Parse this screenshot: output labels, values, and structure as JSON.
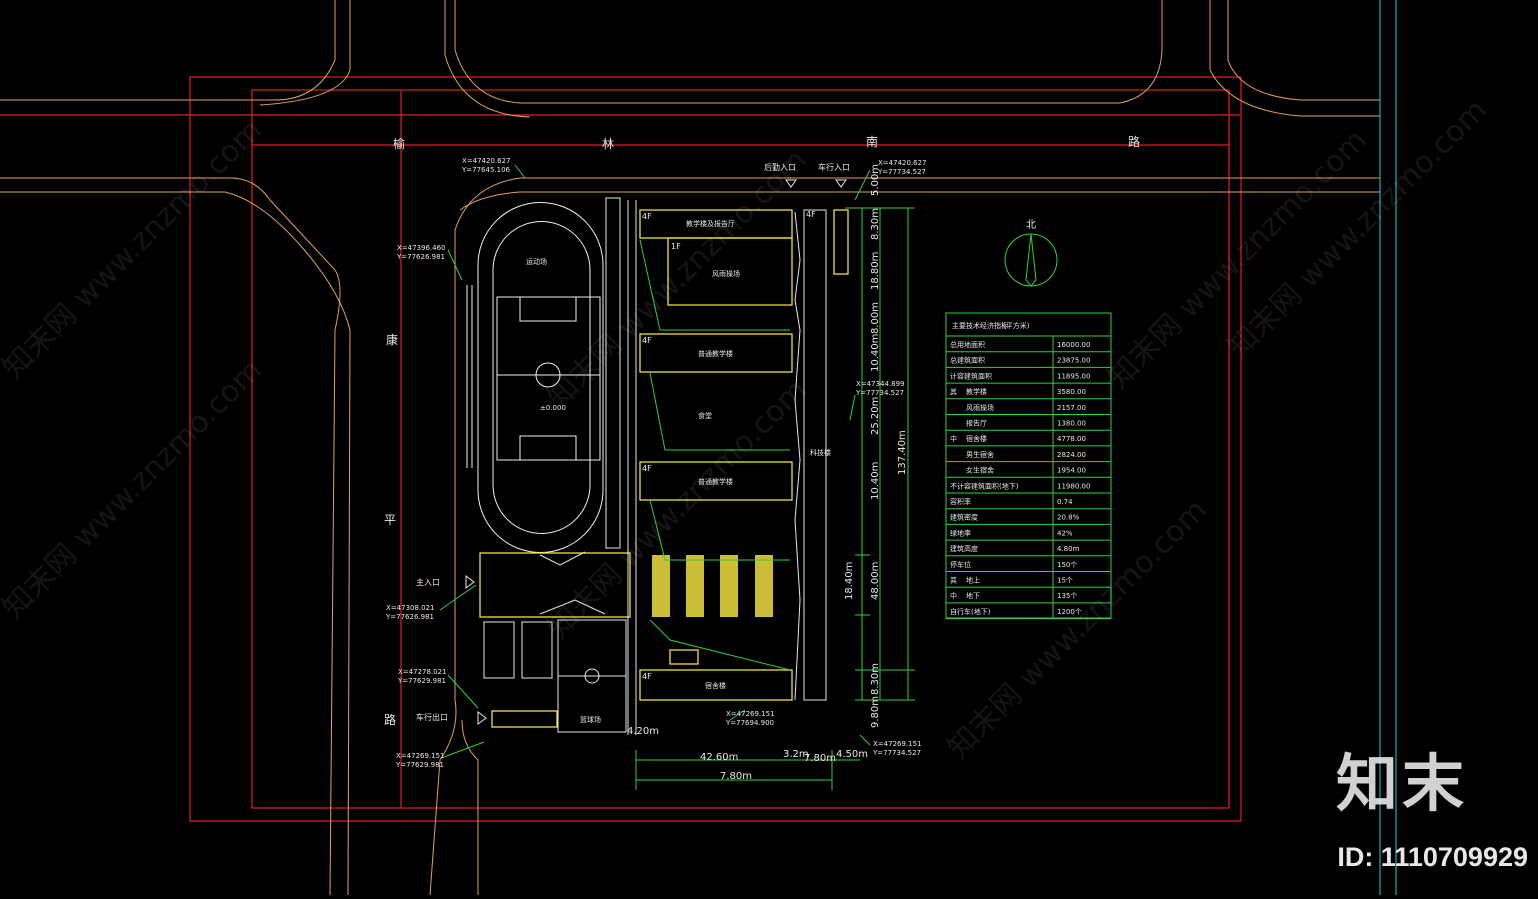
{
  "roads": {
    "north_chars": [
      "榆",
      "林",
      "南",
      "路"
    ],
    "west_chars": [
      "康",
      "平",
      "路"
    ]
  },
  "entrances": {
    "back_entrance": "后勤入口",
    "vehicle_entrance_n": "车行入口",
    "main_entrance": "主入口",
    "vehicle_entrance_w": "车行出口"
  },
  "coords": [
    {
      "x": "X=47420.627",
      "y": "Y=77645.106"
    },
    {
      "x": "X=47420.627",
      "y": "Y=77734.527"
    },
    {
      "x": "X=47396.460",
      "y": "Y=77626.981"
    },
    {
      "x": "X=47344.899",
      "y": "Y=77734.527"
    },
    {
      "x": "X=47308.021",
      "y": "Y=77626.981"
    },
    {
      "x": "X=47278.021",
      "y": "Y=77629.981"
    },
    {
      "x": "X=47269.151",
      "y": "Y=77694.900"
    },
    {
      "x": "X=47269.151",
      "y": "Y=77629.981"
    },
    {
      "x": "X=47269.151",
      "y": "Y=77734.527"
    }
  ],
  "floors": [
    "4F",
    "1F",
    "4F",
    "4F",
    "4F",
    "4F"
  ],
  "north_label": "北",
  "dims_vertical": [
    "5.00m",
    "8.30m",
    "18.80m",
    "8.00m",
    "10.40m",
    "25.20m",
    "10.40m",
    "137.40m",
    "18.40m",
    "48.00m",
    "8.30m",
    "9.80m"
  ],
  "dims_horizontal": [
    "4.20m",
    "42.60m",
    "3.2m",
    "7.80m",
    "4.50m",
    "7.80m"
  ],
  "table": {
    "title": "主要技术经济指标",
    "unit": "(平方米)",
    "rows": [
      {
        "c1": "",
        "c2": "总用地面积",
        "val": "16000.00"
      },
      {
        "c1": "",
        "c2": "总建筑面积",
        "val": "23875.00"
      },
      {
        "c1": "",
        "c2": "计容建筑面积",
        "val": "11895.00"
      },
      {
        "c1": "其",
        "c2": "教学楼",
        "val": "3580.00"
      },
      {
        "c1": "",
        "c2": "风雨操场",
        "val": "2157.00"
      },
      {
        "c1": "",
        "c2": "报告厅",
        "val": "1380.00"
      },
      {
        "c1": "中",
        "c2": "宿舍楼",
        "val": "4778.00"
      },
      {
        "c1": "",
        "c2": "男生宿舍",
        "val": "2824.00"
      },
      {
        "c1": "",
        "c2": "女生宿舍",
        "val": "1954.00"
      },
      {
        "c1": "",
        "c2": "不计容建筑面积(地下)",
        "val": "11980.00"
      },
      {
        "c1": "",
        "c2": "容积率",
        "val": "0.74"
      },
      {
        "c1": "",
        "c2": "建筑密度",
        "val": "20.8%"
      },
      {
        "c1": "",
        "c2": "绿地率",
        "val": "42%"
      },
      {
        "c1": "",
        "c2": "建筑高度",
        "val": "4.80m"
      },
      {
        "c1": "",
        "c2": "停车位",
        "val": "150个"
      },
      {
        "c1": "其",
        "c2": "地上",
        "val": "15个"
      },
      {
        "c1": "中",
        "c2": "地下",
        "val": "135个"
      },
      {
        "c1": "",
        "c2": "自行车(地下)",
        "val": "1200个"
      }
    ]
  },
  "buildings": {
    "b1": "教学楼及报告厅",
    "b2": "风雨操场",
    "b3": "普通教学楼",
    "b4": "普通教学楼",
    "b5": "宿舍楼",
    "labels_misc": [
      "运动场",
      "篮球场",
      "食堂",
      "科技楼"
    ],
    "elev": "±0.000"
  },
  "watermark_text": "知末网 www.znzmo.com",
  "brand": "知末",
  "id_text": "ID: 1110709929"
}
